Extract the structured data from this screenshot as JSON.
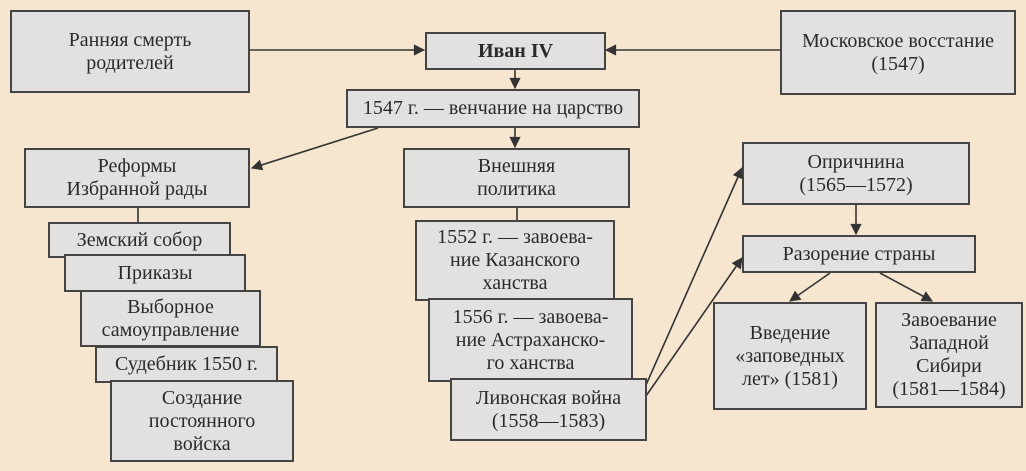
{
  "nodes": {
    "early_death": "Ранняя смерть\nродителей",
    "ivan": "Иван IV",
    "moscow_uprising": "Московское восстание\n(1547)",
    "coronation": "1547 г. — венчание на царство",
    "reforms": "Реформы\nИзбранной рады",
    "foreign_policy": "Внешняя\nполитика",
    "oprichnina": "Опричнина\n(1565—1572)",
    "ruin": "Разорение страны",
    "reserved_years": "Введение\n«заповедных\nлет» (1581)",
    "siberia": "Завоевание\nЗападной\nСибири\n(1581—1584)",
    "zemsky_sobor": "Земский собор",
    "prikazy": "Приказы",
    "self_government": "Выборное\nсамоуправление",
    "sudebnik": "Судебник 1550 г.",
    "army": "Создание\nпостоянного\nвойска",
    "kazan": "1552 г. — завоева-\nние Казанского\nханства",
    "astrakhan": "1556 г. — завоева-\nние Астраханско-\nго ханства",
    "livonian_war": "Ливонская война\n(1558—1583)"
  }
}
